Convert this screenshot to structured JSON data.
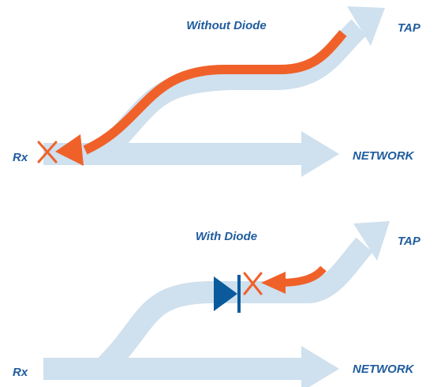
{
  "colors": {
    "path": "#cfe0ee",
    "signal": "#f0612a",
    "diode": "#0a5a9c",
    "label": "#1f5c9e",
    "blocked_mark": "#f0612a"
  },
  "panels": [
    {
      "title": "Without Diode",
      "labels": {
        "tap": "TAP",
        "rx": "Rx",
        "network": "NETWORK"
      },
      "has_diode": false,
      "signal_blocked": false,
      "blocked_mark_icon": "x-mark-icon"
    },
    {
      "title": "With Diode",
      "labels": {
        "tap": "TAP",
        "rx": "Rx",
        "network": "NETWORK"
      },
      "has_diode": true,
      "diode_icon": "diode-icon",
      "signal_blocked": true,
      "blocked_mark_icon": "x-mark-icon"
    }
  ]
}
